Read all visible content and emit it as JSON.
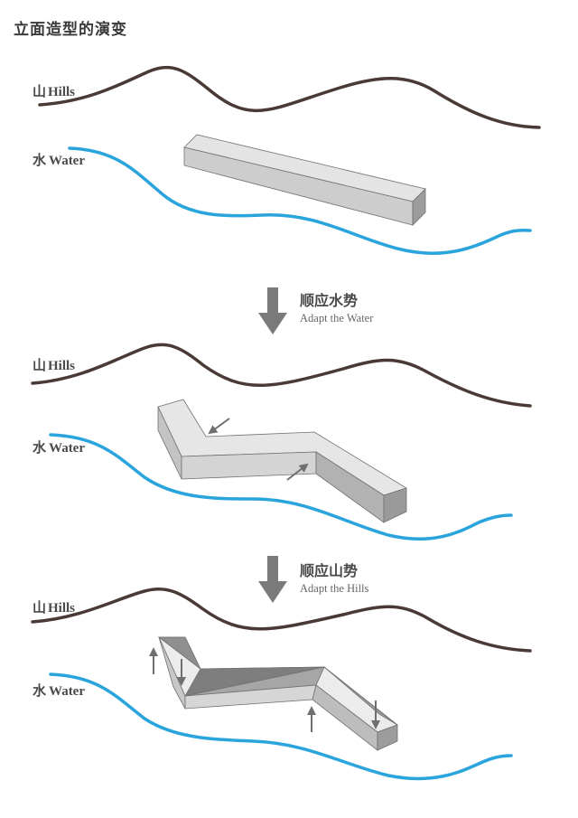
{
  "title": "立面造型的演变",
  "colors": {
    "hills": "#4a3a36",
    "water": "#2aa4dc",
    "arrow": "#707070",
    "text": "#4a4a4a"
  },
  "stages": [
    {
      "hills_label_cn": "山",
      "hills_label_en": "Hills",
      "water_label_cn": "水",
      "water_label_en": "Water"
    },
    {
      "hills_label_cn": "山",
      "hills_label_en": "Hills",
      "water_label_cn": "水",
      "water_label_en": "Water"
    },
    {
      "hills_label_cn": "山",
      "hills_label_en": "Hills",
      "water_label_cn": "水",
      "water_label_en": "Water"
    }
  ],
  "steps": [
    {
      "label_cn": "顺应水势",
      "label_en": "Adapt the Water"
    },
    {
      "label_cn": "顺应山势",
      "label_en": "Adapt the Hills"
    }
  ]
}
